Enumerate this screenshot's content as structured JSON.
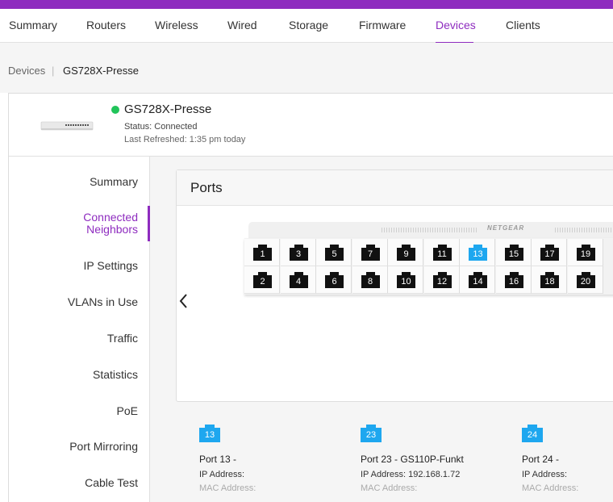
{
  "nav": {
    "items": [
      "Summary",
      "Routers",
      "Wireless",
      "Wired",
      "Storage",
      "Firmware",
      "Devices",
      "Clients"
    ],
    "active_index": 6
  },
  "breadcrumb": {
    "root": "Devices",
    "separator": "|",
    "current": "GS728X-Presse"
  },
  "device": {
    "name": "GS728X-Presse",
    "status": "Status: Connected",
    "refreshed": "Last Refreshed: 1:35 pm today"
  },
  "sidebar": {
    "items": [
      "Summary",
      "Connected Neighbors",
      "IP Settings",
      "VLANs in Use",
      "Traffic",
      "Statistics",
      "PoE",
      "Port Mirroring",
      "Cable Test"
    ],
    "active_index": 1,
    "active_lines": [
      "Connected",
      "Neighbors"
    ]
  },
  "ports": {
    "title": "Ports",
    "brand": "NETGEAR",
    "top_row": [
      "1",
      "3",
      "5",
      "7",
      "9",
      "11",
      "13",
      "15",
      "17",
      "19"
    ],
    "bottom_row": [
      "2",
      "4",
      "6",
      "8",
      "10",
      "12",
      "14",
      "16",
      "18",
      "20"
    ],
    "highlighted": "13"
  },
  "neighbors": [
    {
      "port": "13",
      "title": "Port 13 -",
      "ip_label": "IP Address:",
      "mac_label": "MAC Address:"
    },
    {
      "port": "23",
      "title": "Port 23 - GS110P-Funkt",
      "ip_label": "IP Address: 192.168.1.72",
      "mac_label": "MAC Address:"
    },
    {
      "port": "24",
      "title": "Port 24 -",
      "ip_label": "IP Address:",
      "mac_label": "MAC Address:"
    }
  ],
  "colors": {
    "accent": "#8e2cbf",
    "status_online": "#21c45a",
    "port_active": "#1ea7ef",
    "port_idle": "#111111"
  },
  "icons": {
    "back": "chevron-left-icon"
  }
}
